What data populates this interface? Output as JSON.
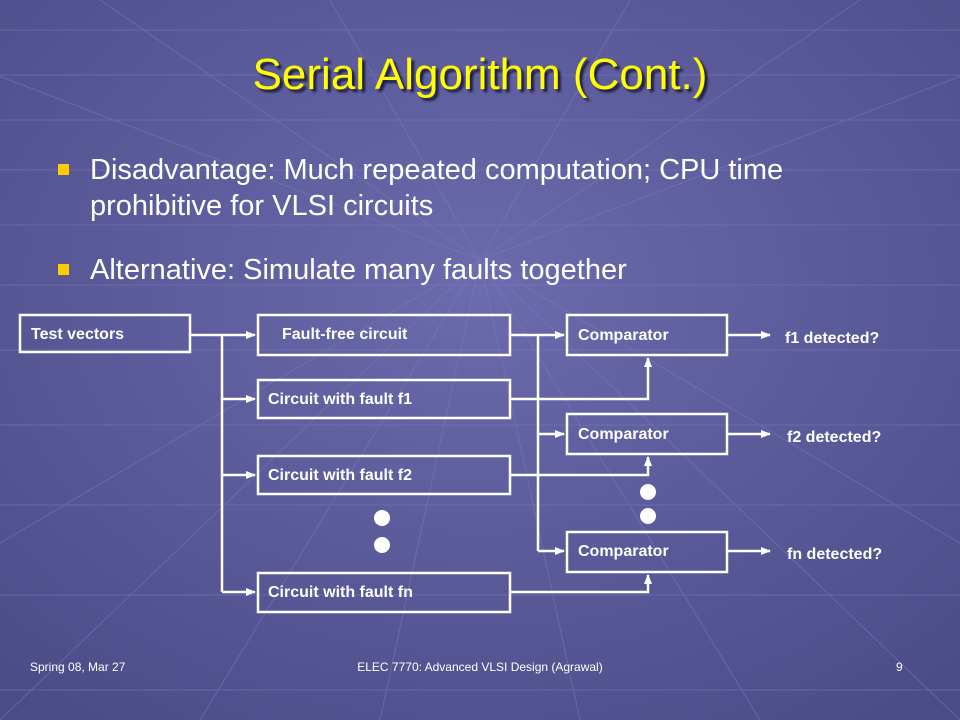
{
  "slide": {
    "title": "Serial Algorithm (Cont.)",
    "bullets": [
      "Disadvantage: Much repeated computation; CPU time prohibitive for VLSI circuits",
      "Alternative: Simulate many faults together"
    ]
  },
  "diagram": {
    "source_label": "Test vectors",
    "circuits": [
      "Fault-free circuit",
      "Circuit with fault f1",
      "Circuit with fault f2",
      "Circuit with fault fn"
    ],
    "comparators": [
      "Comparator",
      "Comparator",
      "Comparator"
    ],
    "outputs": [
      "f1 detected?",
      "f2 detected?",
      "fn detected?"
    ]
  },
  "footer": {
    "left": "Spring 08, Mar 27",
    "center": "ELEC 7770: Advanced VLSI Design (Agrawal)",
    "page": "9"
  },
  "colors": {
    "background": "#5a5a9c",
    "title": "#ffff00",
    "bullet": "#ffcc00",
    "line": "#ffffff"
  }
}
